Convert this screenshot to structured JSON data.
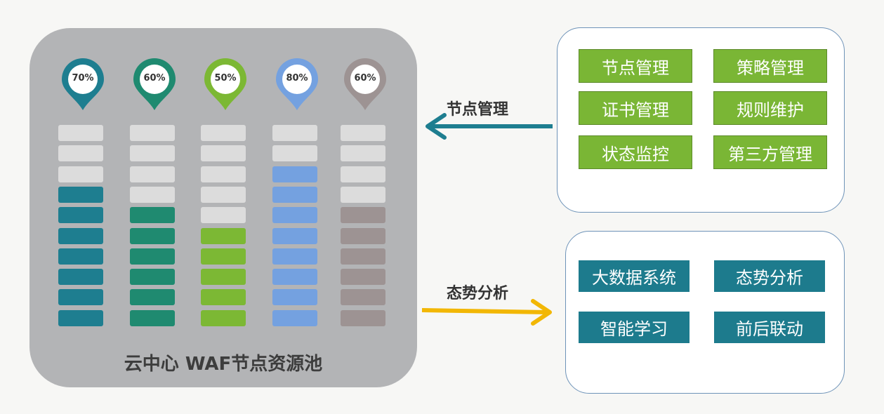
{
  "pool": {
    "title": "云中心 WAF节点资源池",
    "columns": [
      {
        "percent": "70%",
        "level": 0.7,
        "color": "#1e7e90"
      },
      {
        "percent": "60%",
        "level": 0.6,
        "color": "#1f8a70"
      },
      {
        "percent": "50%",
        "level": 0.5,
        "color": "#7cb834"
      },
      {
        "percent": "80%",
        "level": 0.8,
        "color": "#74a1e0"
      },
      {
        "percent": "60%",
        "level": 0.6,
        "color": "#9d9393"
      }
    ],
    "empty_color": "#dcdcdc",
    "total_blocks": 10
  },
  "arrows": {
    "top_label": "节点管理",
    "top_color": "#1e7e90",
    "bottom_label": "态势分析",
    "bottom_color": "#f2b705"
  },
  "node_panel": {
    "buttons": [
      "节点管理",
      "策略管理",
      "证书管理",
      "规则维护",
      "状态监控",
      "第三方管理"
    ]
  },
  "analysis_panel": {
    "buttons": [
      "大数据系统",
      "态势分析",
      "智能学习",
      "前后联动"
    ]
  }
}
